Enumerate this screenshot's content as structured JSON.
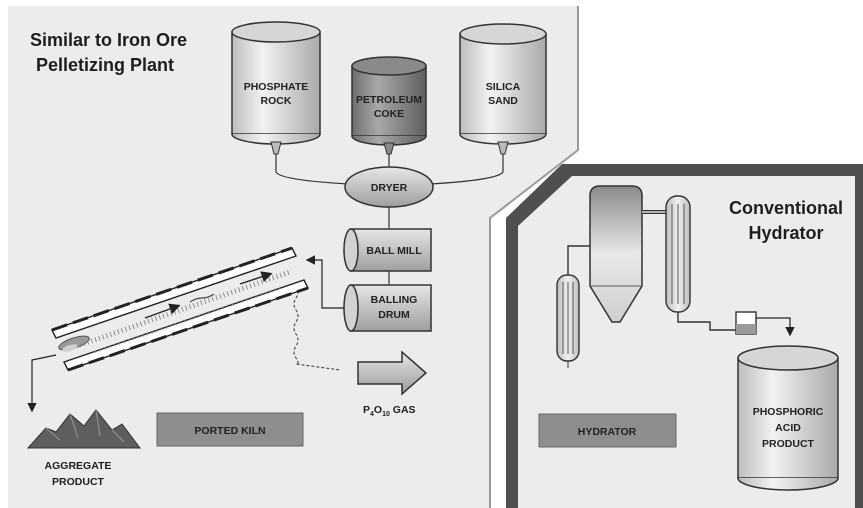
{
  "left_panel": {
    "title_line1": "Similar to Iron Ore",
    "title_line2": "Pelletizing Plant",
    "tanks": [
      {
        "line1": "PHOSPHATE",
        "line2": "ROCK"
      },
      {
        "line1": "PETROLEUM",
        "line2": "COKE"
      },
      {
        "line1": "SILICA",
        "line2": "SAND"
      }
    ],
    "dryer": "DRYER",
    "ball_mill": "BALL MILL",
    "balling_drum": {
      "line1": "BALLING",
      "line2": "DRUM"
    },
    "gas": {
      "p": "P",
      "sub1": "4",
      "o": "O",
      "sub2": "10",
      "rest": " GAS"
    },
    "kiln_label": "PORTED KILN",
    "aggregate": {
      "line1": "AGGREGATE",
      "line2": "PRODUCT"
    }
  },
  "right_panel": {
    "title_line1": "Conventional",
    "title_line2": "Hydrator",
    "hydrator_label": "HYDRATOR",
    "product": {
      "line1": "PHOSPHORIC",
      "line2": "ACID",
      "line3": "PRODUCT"
    }
  }
}
